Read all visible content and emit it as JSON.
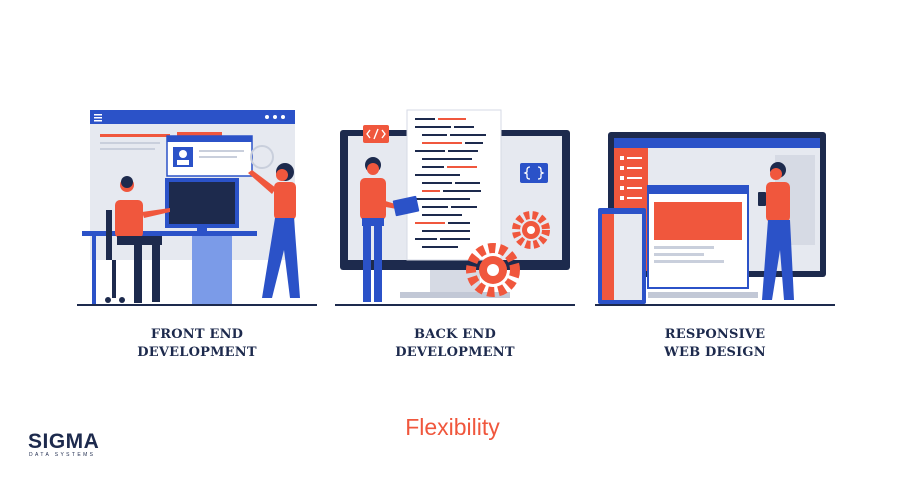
{
  "panels": [
    {
      "line1": "FRONT END",
      "line2": "DEVELOPMENT"
    },
    {
      "line1": "BACK END",
      "line2": "DEVELOPMENT"
    },
    {
      "line1": "RESPONSIVE",
      "line2": "WEB DESIGN"
    }
  ],
  "tagline": "Flexibility",
  "logo": {
    "name": "SIGMA",
    "subtitle": "DATA SYSTEMS"
  },
  "colors": {
    "accent": "#f0573d",
    "navy": "#1d2a4d",
    "blue": "#2b52c8",
    "light": "#e6e9f0"
  }
}
